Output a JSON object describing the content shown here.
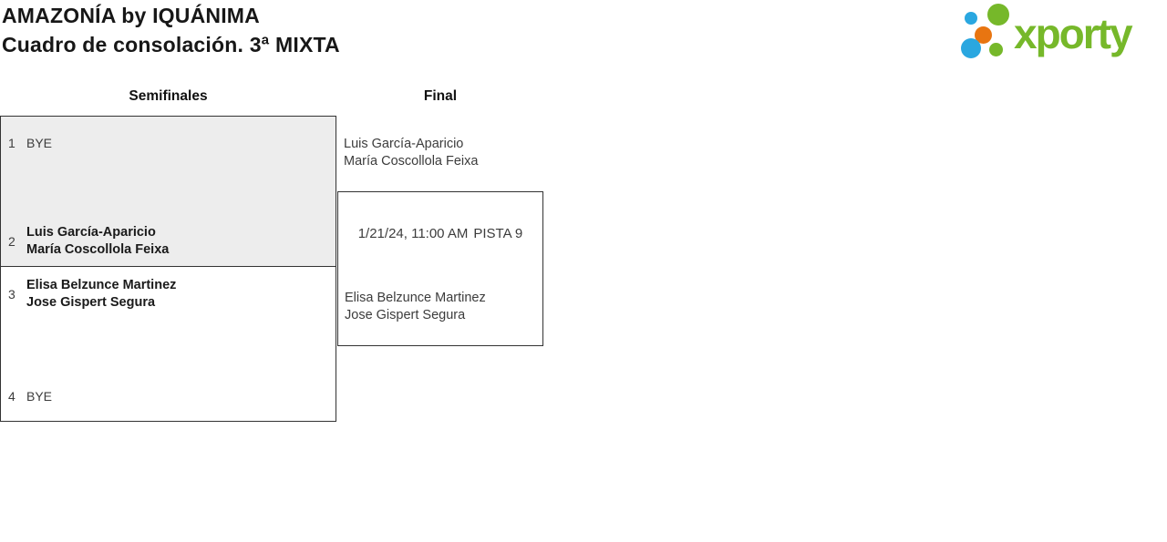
{
  "header": {
    "title": "AMAZONÍA by IQUÁNIMA",
    "subtitle": "Cuadro de consolación. 3ª MIXTA"
  },
  "logo": {
    "text": "xporty",
    "text_color": "#76b82a",
    "dot_colors": {
      "blue": "#2aa7e0",
      "green": "#76b82a",
      "orange": "#e87511"
    }
  },
  "bracket": {
    "round_labels": [
      "Semifinales",
      "Final"
    ],
    "semifinals": [
      {
        "slots": [
          {
            "seed": "1",
            "is_bye": true,
            "lines": [
              "BYE"
            ]
          },
          {
            "seed": "2",
            "is_bye": false,
            "lines": [
              "Luis García-Aparicio",
              "María Coscollola Feixa"
            ]
          }
        ]
      },
      {
        "slots": [
          {
            "seed": "3",
            "is_bye": false,
            "lines": [
              "Elisa Belzunce Martinez",
              "Jose Gispert Segura"
            ]
          },
          {
            "seed": "4",
            "is_bye": true,
            "lines": [
              "BYE"
            ]
          }
        ]
      }
    ],
    "final": {
      "top_team": [
        "Luis García-Aparicio",
        "María Coscollola Feixa"
      ],
      "bottom_team": [
        "Elisa Belzunce Martinez",
        "Jose Gispert Segura"
      ],
      "schedule": "1/21/24, 11:00 AM",
      "court": "PISTA 9"
    }
  },
  "colors": {
    "box_fill_gray": "#ededed",
    "border": "#333333",
    "bold_text": "#1a1a1a",
    "regular_text": "#3c3c3c"
  }
}
